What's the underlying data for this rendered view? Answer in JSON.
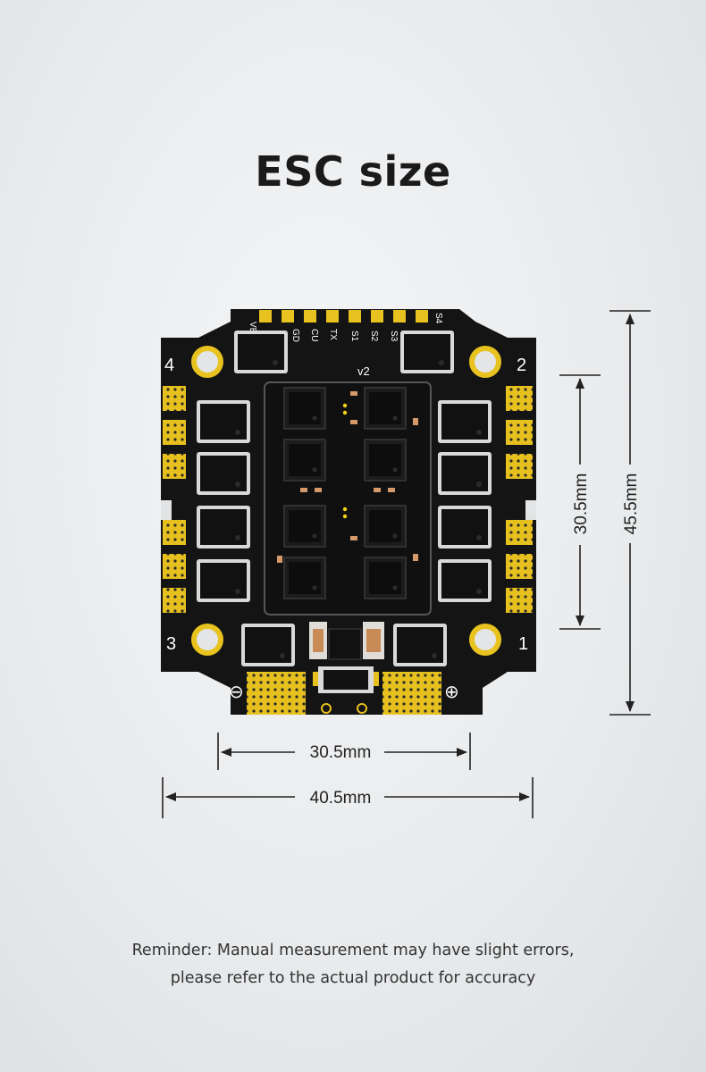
{
  "title": "ESC size",
  "board": {
    "version_label": "v2",
    "top_pads": [
      "VB",
      "GD",
      "CU",
      "TX",
      "S1",
      "S2",
      "S3",
      "S4"
    ],
    "corner_numbers": [
      "4",
      "2",
      "3",
      "1"
    ],
    "polarity": [
      "⊖",
      "⊕"
    ]
  },
  "dimensions": {
    "inner_height": "30.5mm",
    "outer_height": "45.5mm",
    "inner_width": "30.5mm",
    "outer_width": "40.5mm"
  },
  "reminder": {
    "line1": "Reminder: Manual measurement may have slight errors,",
    "line2": "please refer to the actual product for accuracy"
  },
  "colors": {
    "board": "#141414",
    "pad": "#e8c21f",
    "accent": "#222222"
  }
}
